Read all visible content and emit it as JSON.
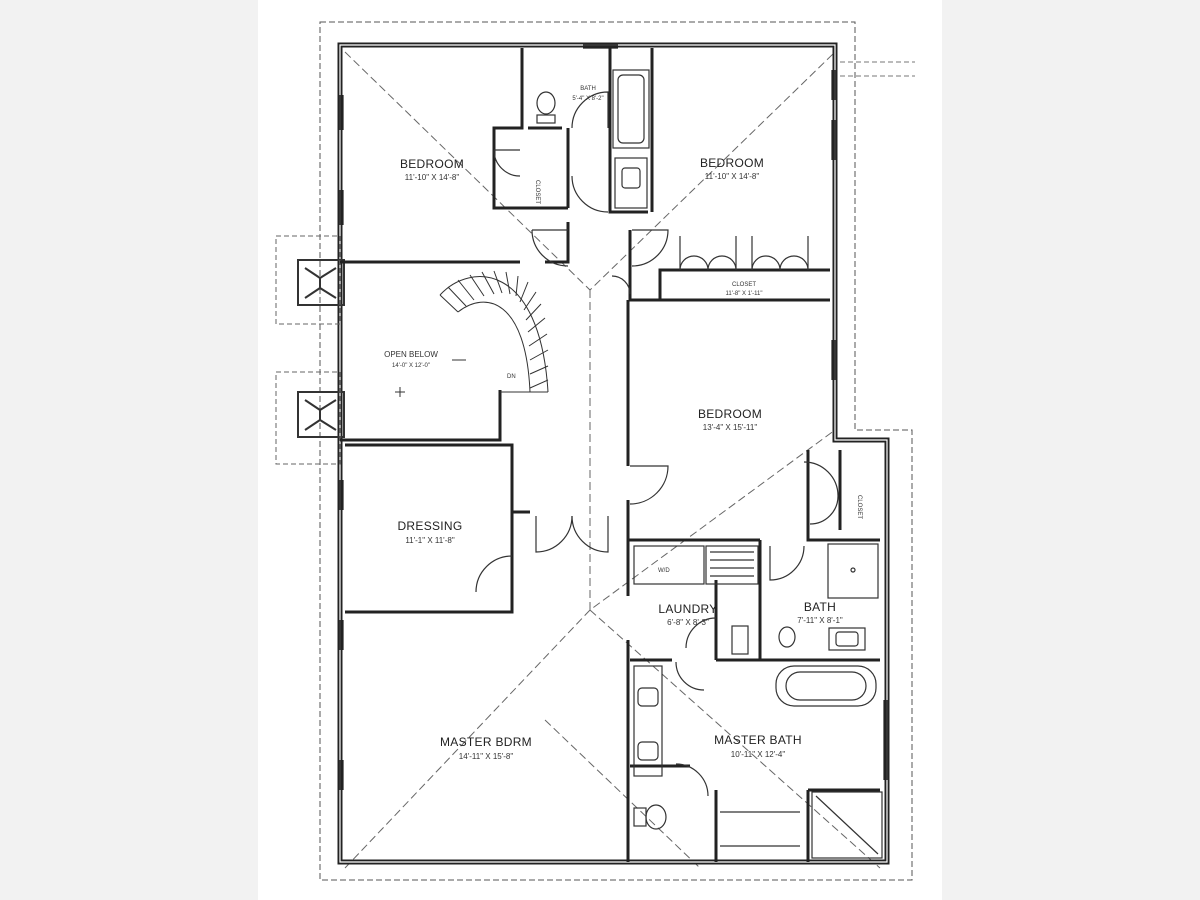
{
  "rooms": [
    {
      "key": "bed1",
      "name": "BEDROOM",
      "dims": "11'-10\" X 14'-8\""
    },
    {
      "key": "bath1",
      "name": "BATH",
      "dims": "5'-4\" X 8'-2\""
    },
    {
      "key": "bed2",
      "name": "BEDROOM",
      "dims": "11'-10\" X 14'-8\""
    },
    {
      "key": "closet",
      "name": "CLOSET",
      "dims": "11'-8\" X 1'-11\""
    },
    {
      "key": "open",
      "name": "OPEN BELOW",
      "dims": "14'-0\" X 12'-0\""
    },
    {
      "key": "bed3",
      "name": "BEDROOM",
      "dims": "13'-4\" X 15'-11\""
    },
    {
      "key": "dress",
      "name": "DRESSING",
      "dims": "11'-1\" X 11'-8\""
    },
    {
      "key": "laundry",
      "name": "LAUNDRY",
      "dims": "6'-8\" X 8'-3\""
    },
    {
      "key": "bath2",
      "name": "BATH",
      "dims": "7'-11\" X 8'-1\""
    },
    {
      "key": "master",
      "name": "MASTER BDRM",
      "dims": "14'-11\" X 15'-8\""
    },
    {
      "key": "mbath",
      "name": "MASTER BATH",
      "dims": "10'-11\" X 12'-4\""
    }
  ],
  "labels": {
    "closet_small_1": "CLOSET",
    "closet_small_2": "CLOSET",
    "stair_dn": "DN",
    "washer_dryer": "W/D"
  }
}
